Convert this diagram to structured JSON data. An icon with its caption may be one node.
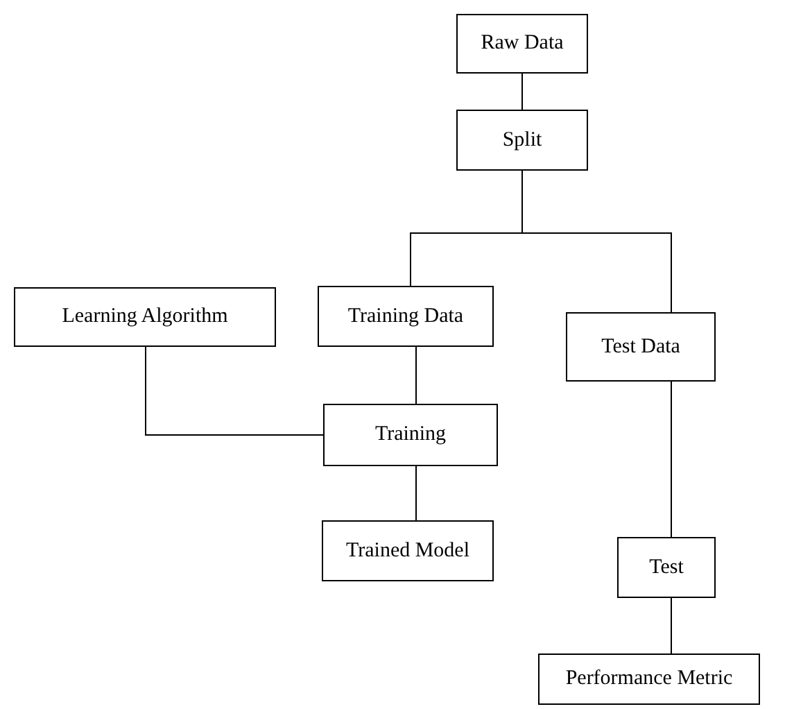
{
  "diagram": {
    "nodes": [
      {
        "text": [
          "Raw Data"
        ]
      },
      {
        "text": [
          "Split"
        ]
      },
      {
        "text": [
          "Learning Algorithm"
        ]
      },
      {
        "text": [
          "Training Data"
        ]
      },
      {
        "text": [
          "Test Data"
        ]
      },
      {
        "text": [
          "Training"
        ]
      },
      {
        "text": [
          "Trained Model"
        ]
      },
      {
        "text": [
          "Test"
        ]
      },
      {
        "text": [
          "Performance Metric"
        ]
      }
    ],
    "edges": [
      {
        "from": 0,
        "to": 1,
        "arrow": "none"
      },
      {
        "from": 1,
        "to": 3,
        "arrow": "none"
      },
      {
        "from": 1,
        "to": 4,
        "arrow": "none"
      },
      {
        "from": 2,
        "to": 5,
        "arrow": "none"
      },
      {
        "from": 3,
        "to": 5,
        "arrow": "none"
      },
      {
        "from": 5,
        "to": 6,
        "arrow": "none"
      },
      {
        "from": 4,
        "to": 7,
        "arrow": "none"
      },
      {
        "from": 7,
        "to": 8,
        "arrow": "none"
      }
    ]
  }
}
